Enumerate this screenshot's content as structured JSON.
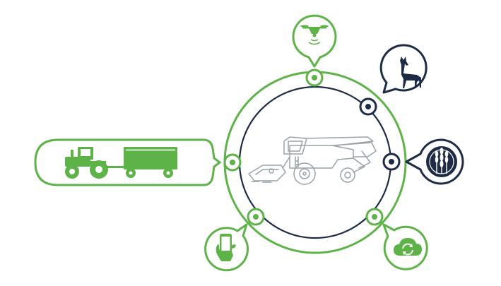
{
  "colors": {
    "green": "#5DB348",
    "dark_navy": "#1E2B45",
    "gray_line": "#9AA3A8",
    "white": "#FFFFFF"
  },
  "center": {
    "machine": "combine-harvester-line-drawing"
  },
  "nodes": [
    {
      "id": "tractor-trailer",
      "icon": "tractor-with-trailer-icon",
      "theme": "green",
      "shape": "pill"
    },
    {
      "id": "drone",
      "icon": "drone-icon",
      "theme": "green",
      "shape": "pin"
    },
    {
      "id": "wildlife",
      "icon": "deer-icon",
      "theme": "dark_navy",
      "shape": "pin"
    },
    {
      "id": "crop",
      "icon": "wheat-icon",
      "theme": "dark_navy",
      "shape": "pin"
    },
    {
      "id": "cloud-sync",
      "icon": "cloud-sync-icon",
      "theme": "green",
      "shape": "pin"
    },
    {
      "id": "mobile",
      "icon": "smartphone-hand-icon",
      "theme": "green",
      "shape": "pin"
    }
  ]
}
